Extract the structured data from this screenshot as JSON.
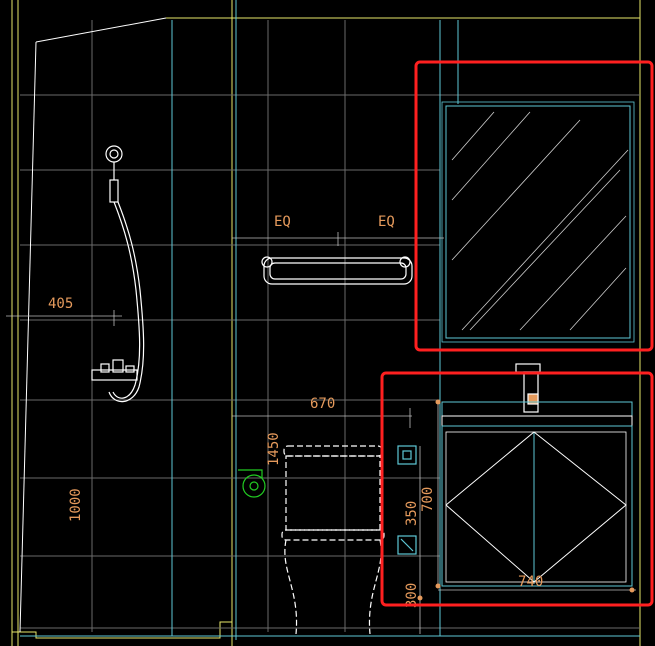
{
  "drawing": {
    "colors": {
      "background": "#000000",
      "wall": "#e8e86a",
      "grid": "#6f6f6f",
      "panel_line": "#5ec8d6",
      "fixture": "#ffffff",
      "dimension_text": "#e59a5c",
      "highlight": "#ff2020",
      "accent_green": "#22cc22"
    },
    "labels": {
      "eq_left": "EQ",
      "eq_right": "EQ",
      "dim_405": "405",
      "dim_670": "670",
      "dim_1450": "1450",
      "dim_1000": "1000",
      "dim_700": "700",
      "dim_350": "350",
      "dim_740": "740",
      "dim_300": "300"
    },
    "fixtures": [
      "shower-head",
      "shower-hose",
      "shower-mixer",
      "grab-bar",
      "toilet",
      "toilet-paper-holder",
      "mirror",
      "vanity-cabinet",
      "faucet",
      "socket-upper",
      "socket-lower"
    ],
    "highlights": [
      "mirror-highlight",
      "vanity-highlight"
    ]
  }
}
